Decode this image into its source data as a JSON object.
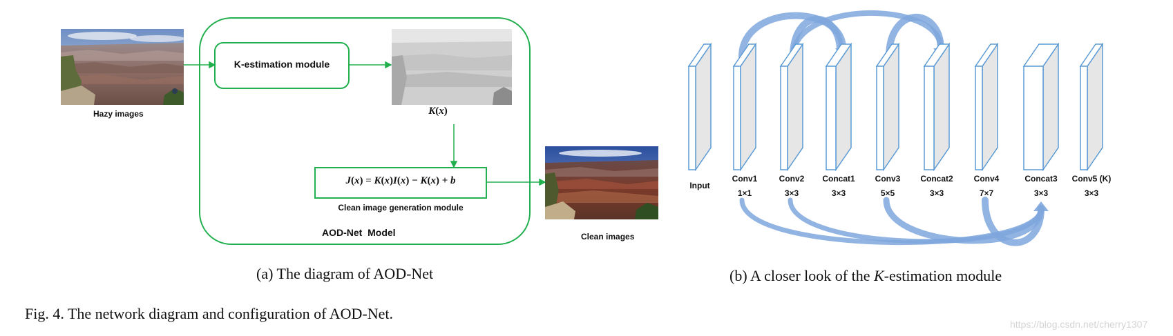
{
  "panel_a": {
    "hazy_label": "Hazy images",
    "k_module_label": "K-estimation module",
    "k_output_label": "K(x)",
    "equation_parts": [
      "J",
      "(",
      "x",
      ") = ",
      "K",
      "(",
      "x",
      ")",
      "I",
      "(",
      "x",
      ") − ",
      "K",
      "(",
      "x",
      ") + ",
      "b"
    ],
    "clean_module_label": "Clean image generation module",
    "model_label": "AOD-Net  Model",
    "clean_label": "Clean images",
    "caption": "(a) The diagram of AOD-Net",
    "accent_color": "#22b04f"
  },
  "panel_b": {
    "layers": [
      {
        "name": "Input",
        "size": ""
      },
      {
        "name": "Conv1",
        "size": "1×1"
      },
      {
        "name": "Conv2",
        "size": "3×3"
      },
      {
        "name": "Concat1",
        "size": "3×3"
      },
      {
        "name": "Conv3",
        "size": "5×5"
      },
      {
        "name": "Concat2",
        "size": "3×3"
      },
      {
        "name": "Conv4",
        "size": "7×7"
      },
      {
        "name": "Concat3",
        "size": "3×3"
      },
      {
        "name": "Conv5 (K)",
        "size": "3×3"
      }
    ],
    "caption_prefix": "(b) A closer look of the ",
    "caption_var": "K",
    "caption_suffix": "-estimation module",
    "arrow_color": "#7fa7dd",
    "layer_border_color": "#5b9bd5"
  },
  "figure_caption": "Fig. 4.  The network diagram and configuration of AOD-Net.",
  "watermark": "https://blog.csdn.net/cherry1307"
}
